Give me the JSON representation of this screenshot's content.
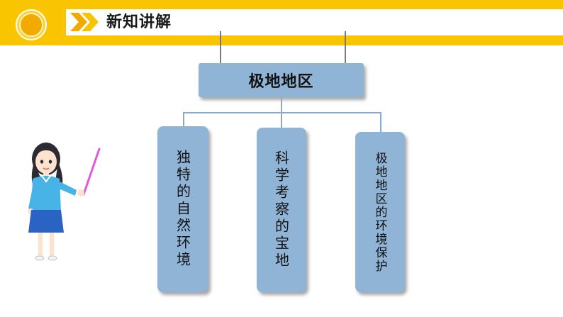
{
  "header": {
    "title": "新知讲解",
    "logo_icon": "school-badge-icon",
    "arrow_icon": "double-chevron-right-icon",
    "colors": {
      "banner": "#f9c400",
      "node": "#8fb4d6"
    }
  },
  "diagram": {
    "root": "极地地区",
    "children": [
      {
        "label": "独特的自然环境"
      },
      {
        "label": "科学考察的宝地"
      },
      {
        "label": "极地地区的环境保护"
      }
    ]
  },
  "illustration": {
    "icon": "teacher-with-pointer-icon"
  }
}
